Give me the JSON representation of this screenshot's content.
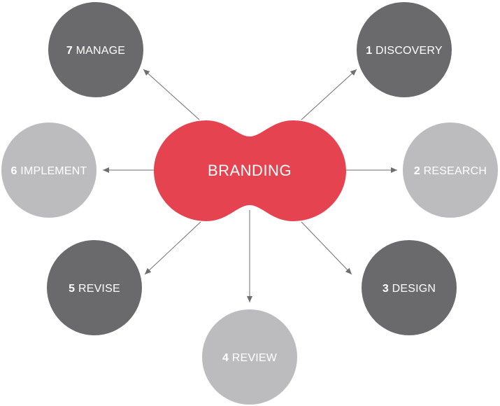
{
  "diagram": {
    "center": {
      "label": "BRANDING"
    },
    "colors": {
      "center": "#e5434f",
      "dark": "#6a6a6c",
      "light": "#bcbcbe",
      "text": "#ffffff",
      "connector": "#6e6e70"
    },
    "steps": [
      {
        "num": "1",
        "label": "DISCOVERY",
        "tone": "dark"
      },
      {
        "num": "2",
        "label": "RESEARCH",
        "tone": "light"
      },
      {
        "num": "3",
        "label": "DESIGN",
        "tone": "dark"
      },
      {
        "num": "4",
        "label": "REVIEW",
        "tone": "light"
      },
      {
        "num": "5",
        "label": "REVISE",
        "tone": "dark"
      },
      {
        "num": "6",
        "label": "IMPLEMENT",
        "tone": "light"
      },
      {
        "num": "7",
        "label": "MANAGE",
        "tone": "dark"
      }
    ]
  }
}
